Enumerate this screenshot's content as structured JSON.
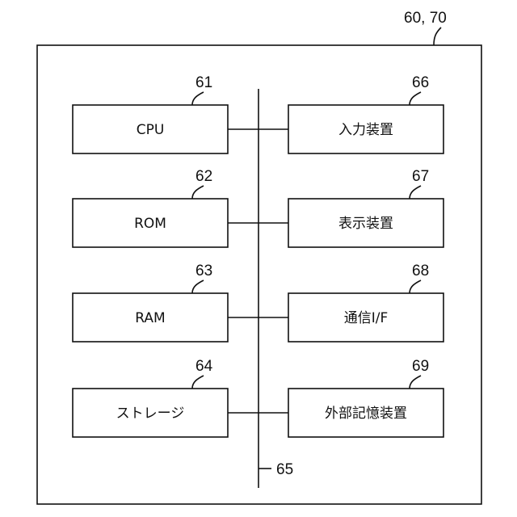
{
  "diagram": {
    "outer_ref": "60, 70",
    "bus_ref": "65",
    "left_blocks": [
      {
        "ref": "61",
        "label": "CPU"
      },
      {
        "ref": "62",
        "label": "ROM"
      },
      {
        "ref": "63",
        "label": "RAM"
      },
      {
        "ref": "64",
        "label": "ストレージ"
      }
    ],
    "right_blocks": [
      {
        "ref": "66",
        "label": "入力装置"
      },
      {
        "ref": "67",
        "label": "表示装置"
      },
      {
        "ref": "68",
        "label": "通信I/F"
      },
      {
        "ref": "69",
        "label": "外部記憶装置"
      }
    ]
  }
}
